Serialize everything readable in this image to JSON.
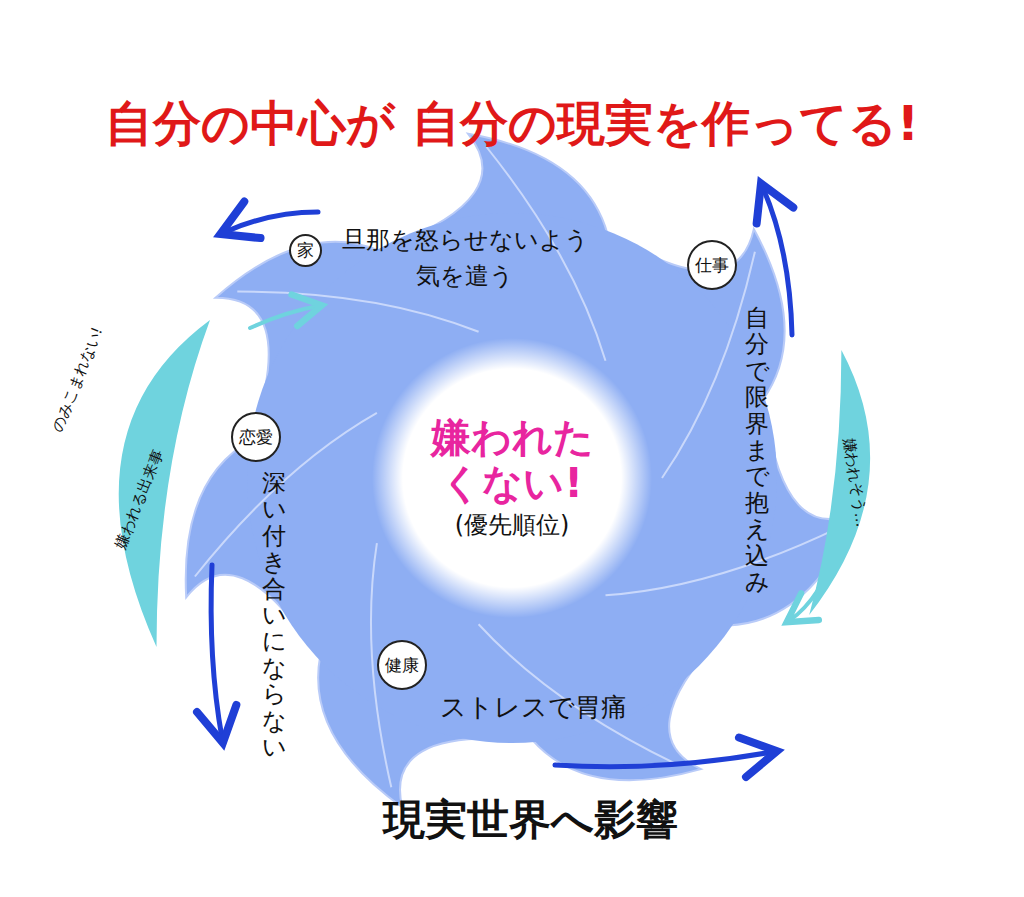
{
  "diagram": {
    "title": "自分の中心が 自分の現実を作ってる!",
    "caption": "現実世界へ影響",
    "nodes": [
      {
        "text": [
          "嫌われたくない!",
          "(優先順位)"
        ]
      },
      {
        "text": [
          "家"
        ]
      },
      {
        "text": [
          "仕事"
        ]
      },
      {
        "text": [
          "恋愛"
        ]
      },
      {
        "text": [
          "健康"
        ]
      },
      {
        "text": [
          "嫌われる出来事"
        ]
      },
      {
        "text": [
          "嫌われそう…"
        ]
      }
    ],
    "labels": [
      "旦那を怒らせないよう 気を遣う",
      "自分で限界まで抱え込み",
      "深い付き合いにならない",
      "ストレスで胃痛",
      "のみこまれない!"
    ]
  }
}
